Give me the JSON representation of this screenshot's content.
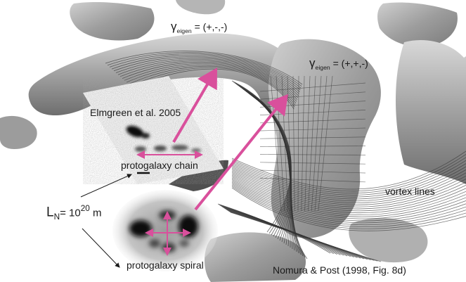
{
  "labels": {
    "gamma_symbol": "γ",
    "eigen_subscript": "eigen",
    "gamma_top_signature": "= (+,-,-)",
    "gamma_right_signature": "= (+,+,-)",
    "elmgreen": "Elmgreen et al. 2005",
    "protogalaxy_chain": "protogalaxy chain",
    "protogalaxy_spiral": "protogalaxy spiral",
    "vortex_lines": "vortex lines",
    "nomura": "Nomura & Post (1998, Fig. 8d)",
    "length_symbol": "L",
    "length_subscript": "N",
    "length_equals": "= 10",
    "length_exponent": "20",
    "length_unit": " m"
  },
  "colors": {
    "arrow_magenta": "#d9509c",
    "surface_gray": "#a4a4a4",
    "vortex_line": "#333333",
    "text": "#1a1a1a"
  }
}
